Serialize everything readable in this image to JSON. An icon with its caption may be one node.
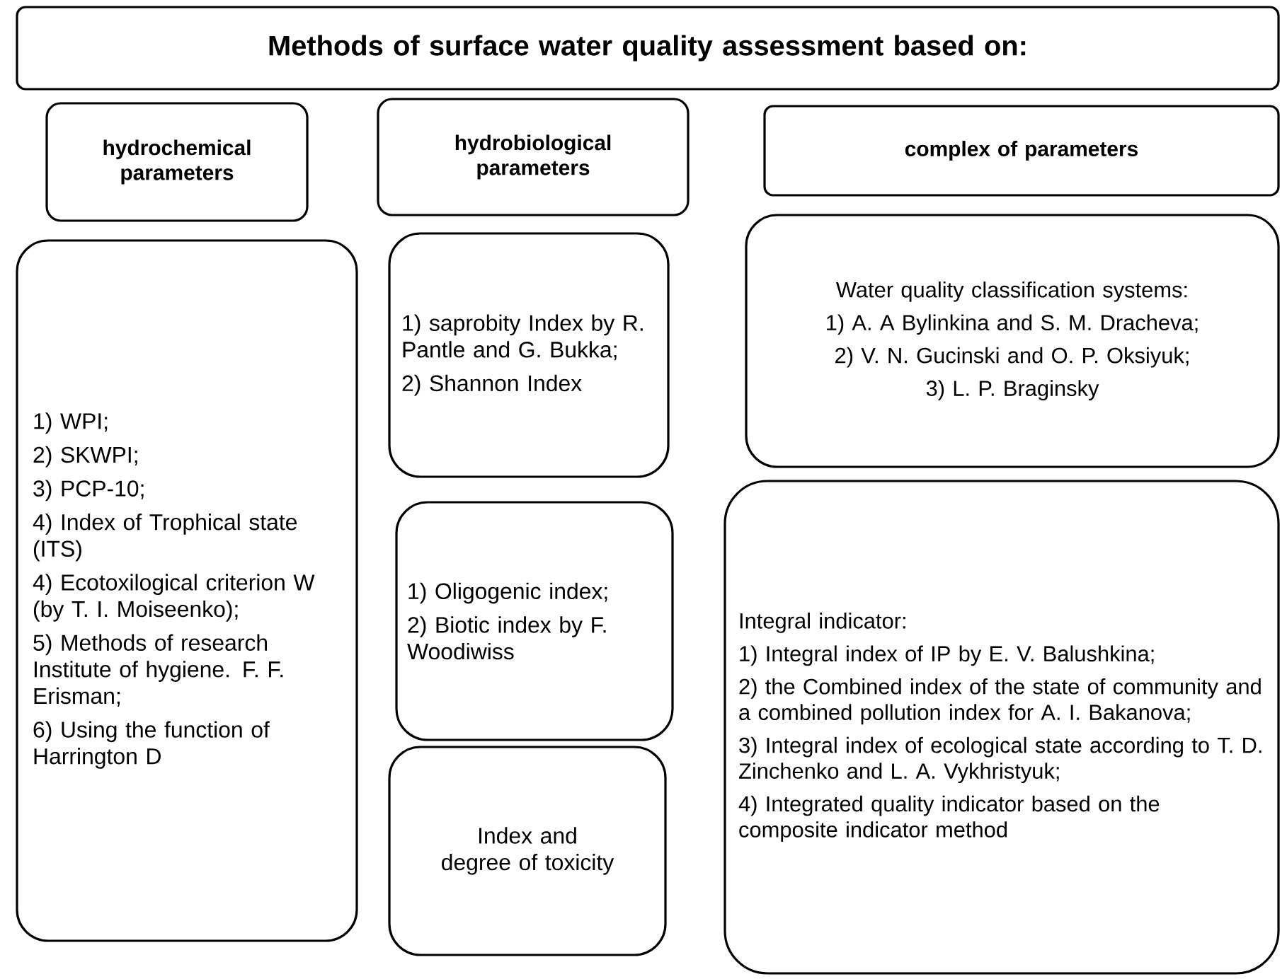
{
  "diagram": {
    "nodes": [
      {
        "text": [
          "Methods of surface water quality assessment based on:"
        ]
      },
      {
        "text": [
          "hydrochemical parameters"
        ]
      },
      {
        "text": [
          "hydrobiological parameters"
        ]
      },
      {
        "text": [
          "complex of parameters"
        ]
      },
      {
        "text": [
          "1) WPI;",
          "2) SKWPI;",
          "3) PCP-10;",
          "4) Index of Trophical state (ITS)",
          "4) Ecotoxilogical criterion W (by T. I. Moiseenko);",
          "5) Methods of research Institute of hygiene. F. F. Erisman;",
          "6) Using the function of Harrington D"
        ]
      },
      {
        "text": [
          "1) saprobity Index by R. Pantle and G. Bukka;",
          "2) Shannon Index"
        ]
      },
      {
        "text": [
          "1) Oligogenic index;",
          "2) Biotic index by F. Woodiwiss"
        ]
      },
      {
        "text": [
          "Index and degree of toxicity"
        ]
      },
      {
        "text": [
          "Water quality classification systems:",
          "1) A. A Bylinkina and S. M. Dracheva;",
          "2) V. N. Gucinski and O. P. Oksiyuk;",
          "3) L. P. Braginsky"
        ]
      },
      {
        "text": [
          "Integral indicator:",
          "1) Integral index of IP by E. V. Balushkina;",
          "2) the Combined index of the state of community and a combined pollution index for A. I. Bakanova;",
          "3) Integral index of ecological state according to T. D. Zinchenko and L. A. Vykhristyuk;",
          "4) Integrated quality indicator based on the composite indicator method"
        ]
      }
    ],
    "edges": []
  }
}
